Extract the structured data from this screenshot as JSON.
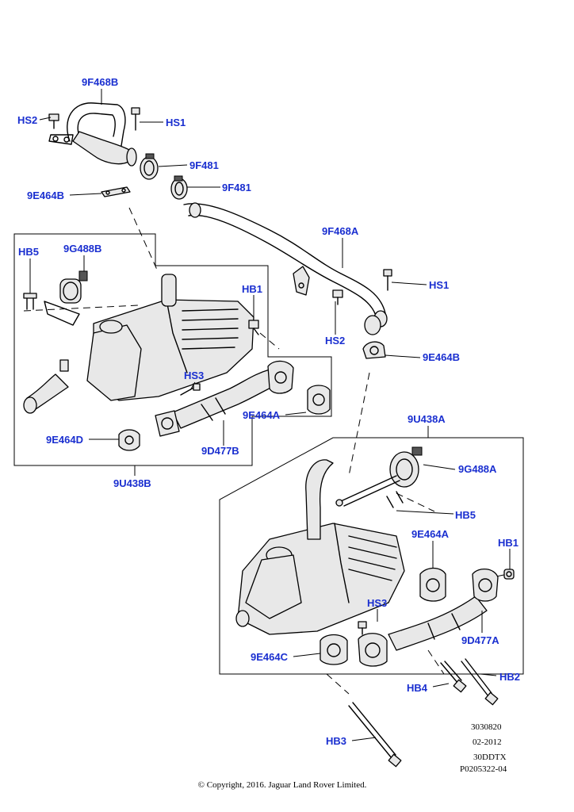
{
  "callouts": {
    "hose_top": "9F468B",
    "hs2_top": "HS2",
    "hs1_top": "HS1",
    "clamp_a": "9F481",
    "clamp_b": "9F481",
    "gasket_top": "9E464B",
    "hose_mid": "9F468A",
    "hs1_mid": "HS1",
    "hs2_mid": "HS2",
    "gasket_mid": "9E464B",
    "hb5_left": "HB5",
    "valve_left": "9G488B",
    "hb1_left": "HB1",
    "hs3_left": "HS3",
    "gasket_a_left": "9E464A",
    "gasket_d_left": "9E464D",
    "pipe_left": "9D477B",
    "assy_left": "9U438B",
    "assy_right": "9U438A",
    "valve_right": "9G488A",
    "hb5_right": "HB5",
    "gasket_a_right": "9E464A",
    "hb1_right": "HB1",
    "hs3_right": "HS3",
    "pipe_right": "9D477A",
    "gasket_c_right": "9E464C",
    "hb2": "HB2",
    "hb4": "HB4",
    "hb3": "HB3"
  },
  "meta": {
    "ref1": "3030820",
    "date": "02-2012",
    "engine": "30DDTX",
    "ref2": "P0205322-04",
    "copyright": "© Copyright, 2016. Jaguar Land Rover Limited."
  },
  "colors": {
    "callout": "#1a2fd0",
    "line": "#000000",
    "background": "#ffffff"
  }
}
